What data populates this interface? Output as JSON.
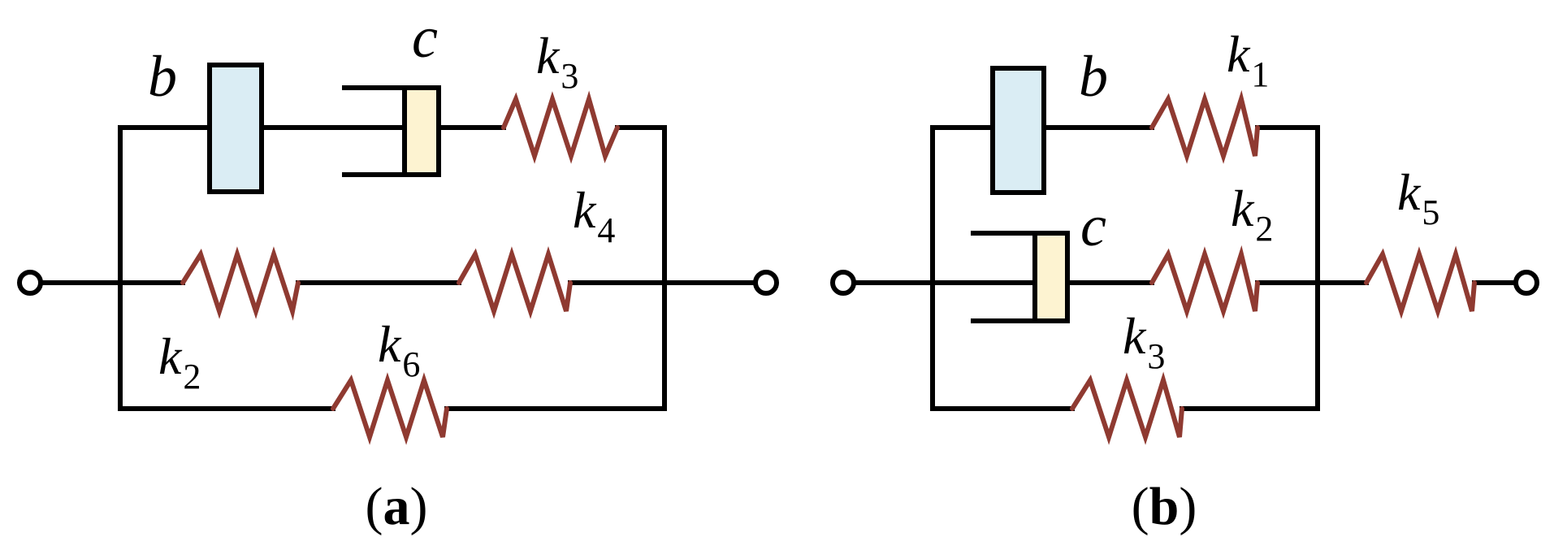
{
  "colors": {
    "wire": "#000000",
    "spring": "#8f3a31",
    "inerter_fill": "#daedf4",
    "damper_fill": "#fdf3d1"
  },
  "panel_a": {
    "caption_open": "(",
    "caption_letter": "a",
    "caption_close": ")",
    "inerter": {
      "var": "b"
    },
    "damper": {
      "var": "c"
    },
    "spring_k3": {
      "var": "k",
      "sub": "3"
    },
    "spring_k4": {
      "var": "k",
      "sub": "4"
    },
    "spring_k2": {
      "var": "k",
      "sub": "2"
    },
    "spring_k6": {
      "var": "k",
      "sub": "6"
    }
  },
  "panel_b": {
    "caption_open": "(",
    "caption_letter": "b",
    "caption_close": ")",
    "inerter": {
      "var": "b"
    },
    "damper": {
      "var": "c"
    },
    "spring_k1": {
      "var": "k",
      "sub": "1"
    },
    "spring_k2": {
      "var": "k",
      "sub": "2"
    },
    "spring_k3": {
      "var": "k",
      "sub": "3"
    },
    "spring_k5": {
      "var": "k",
      "sub": "5"
    }
  }
}
